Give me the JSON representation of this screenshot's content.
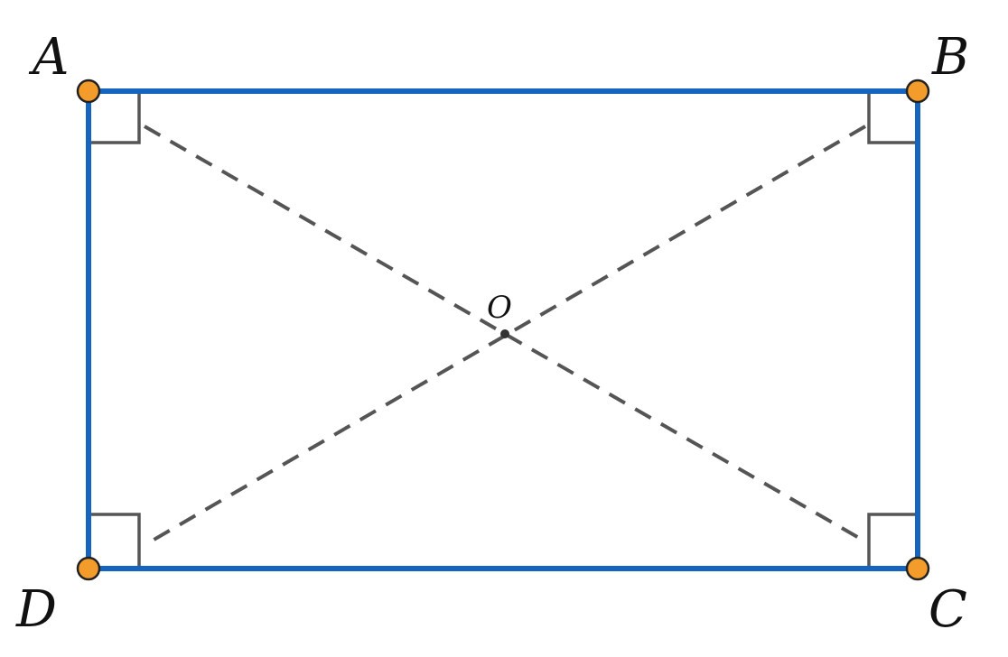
{
  "diagram": {
    "vertices": {
      "A": {
        "label": "A"
      },
      "B": {
        "label": "B"
      },
      "C": {
        "label": "C"
      },
      "D": {
        "label": "D"
      }
    },
    "center": {
      "label": "O"
    },
    "colors": {
      "sides": "#1565c0",
      "diagonals": "#555555",
      "right_angle_marks": "#555555",
      "vertex_fill": "#f39c2b",
      "vertex_stroke": "#222222",
      "center_point": "#333333"
    }
  }
}
